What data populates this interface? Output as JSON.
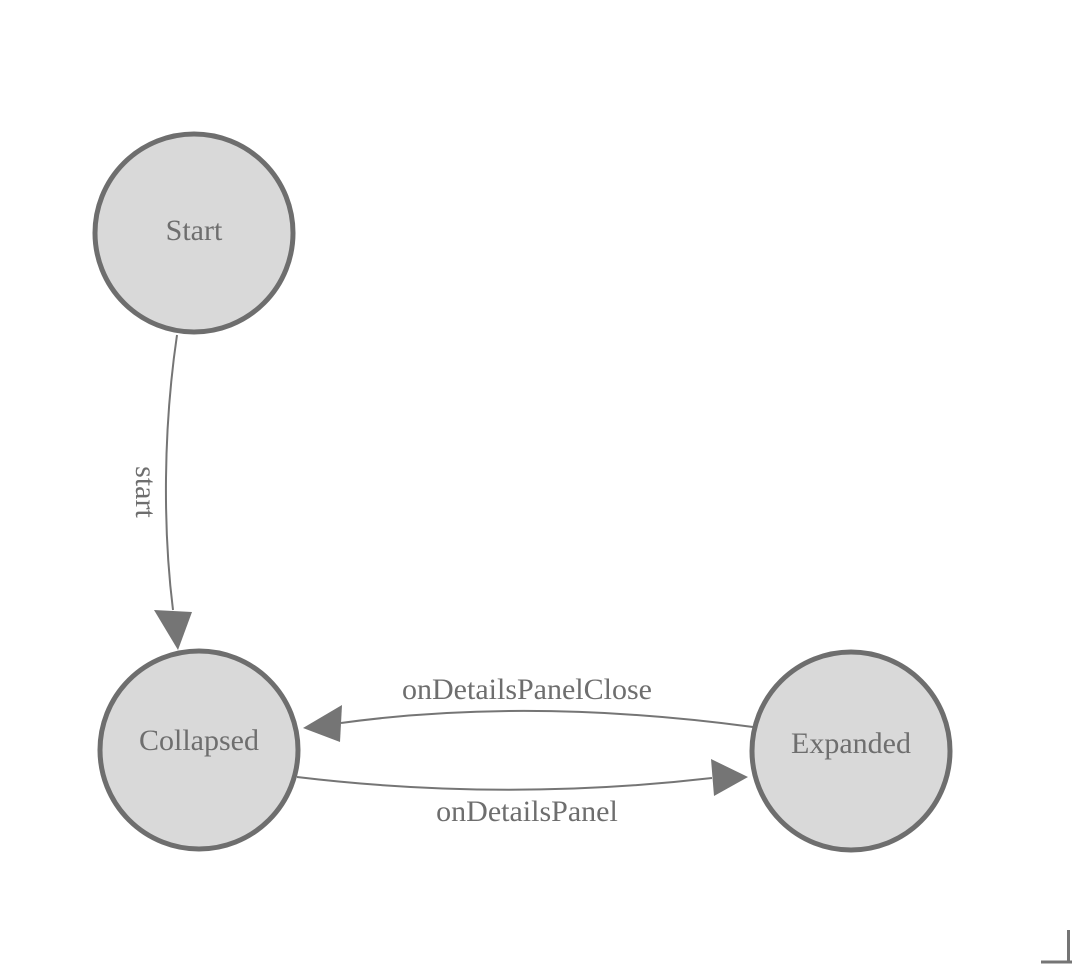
{
  "diagram": {
    "states": [
      {
        "label": "Start"
      },
      {
        "label": "Collapsed"
      },
      {
        "label": "Expanded"
      }
    ],
    "transitions": [
      {
        "from": "Start",
        "to": "Collapsed",
        "label": "start"
      },
      {
        "from": "Expanded",
        "to": "Collapsed",
        "label": "onDetailsPanelClose"
      },
      {
        "from": "Collapsed",
        "to": "Expanded",
        "label": "onDetailsPanel"
      }
    ],
    "colors": {
      "background": "#ffffff",
      "state_fill": "#d9d9d9",
      "state_border": "#6e6e6e",
      "edge_color": "#757575",
      "label_text": "#6e6e6e"
    }
  }
}
